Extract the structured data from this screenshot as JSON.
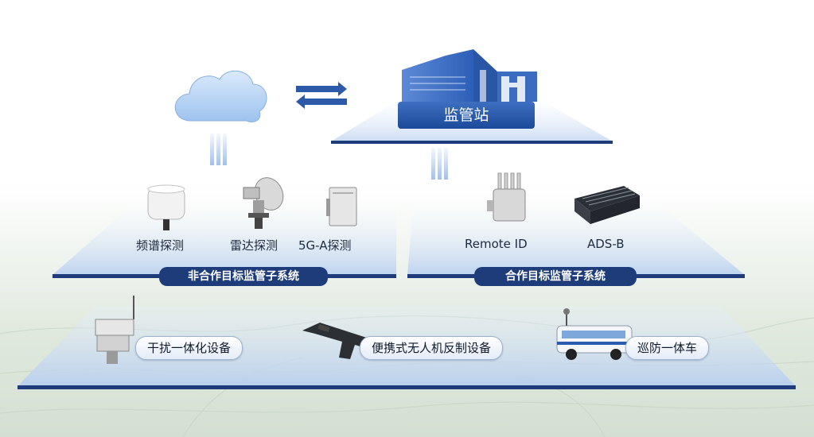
{
  "station": {
    "label": "监管站"
  },
  "noncoop": {
    "banner": "非合作目标监管子系统",
    "devices": [
      {
        "label": "频谱探测",
        "icon": "spectrum-antenna-icon"
      },
      {
        "label": "雷达探测",
        "icon": "radar-icon"
      },
      {
        "label": "5G-A探测",
        "icon": "5g-base-station-icon"
      }
    ]
  },
  "coop": {
    "banner": "合作目标监管子系统",
    "devices": [
      {
        "label": "Remote ID",
        "icon": "remote-id-receiver-icon"
      },
      {
        "label": "ADS-B",
        "icon": "ads-b-receiver-icon"
      }
    ]
  },
  "countermeasures": [
    {
      "label": "干扰一体化设备",
      "icon": "jammer-device-icon"
    },
    {
      "label": "便携式无人机反制设备",
      "icon": "portable-jammer-gun-icon"
    },
    {
      "label": "巡防一体车",
      "icon": "patrol-vehicle-icon"
    }
  ],
  "colors": {
    "platform": "#1e3c7a",
    "banner": "#1e3c7a",
    "accent": "#2f6fd6"
  }
}
